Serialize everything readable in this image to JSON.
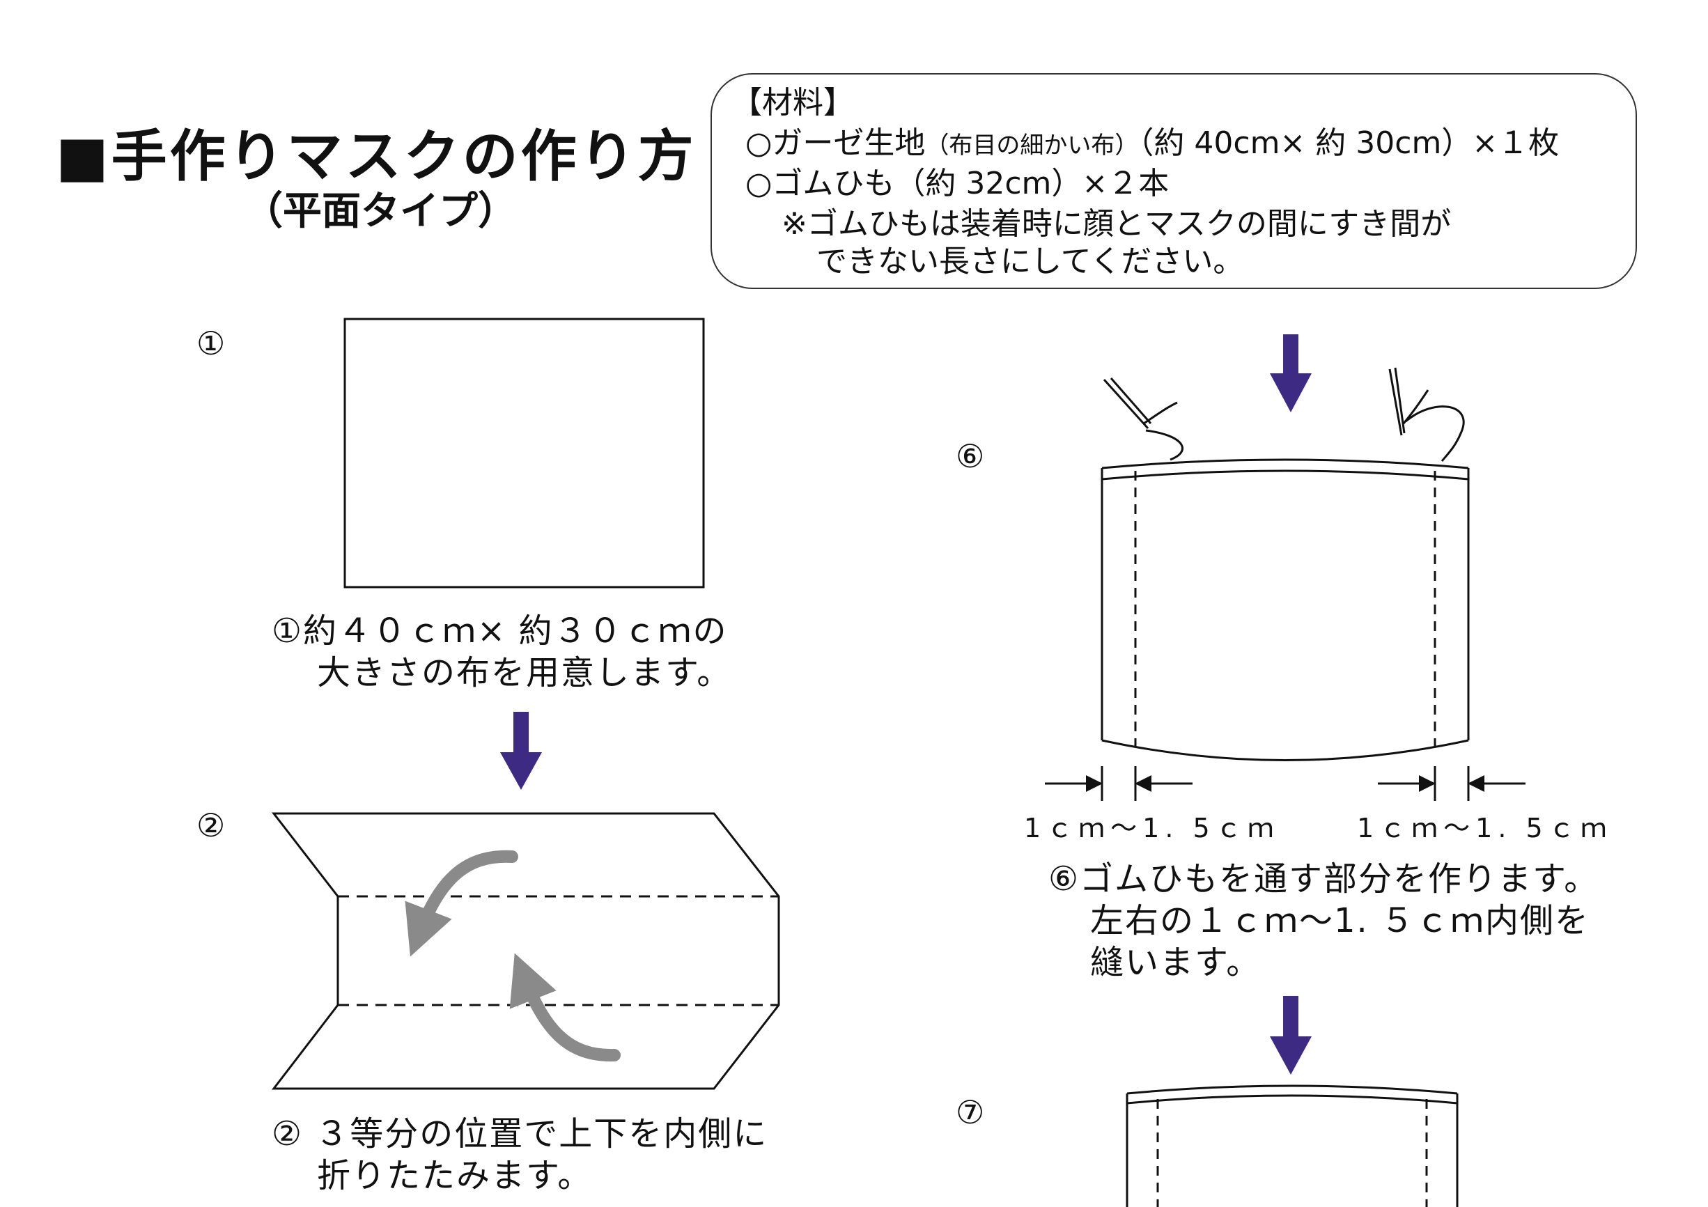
{
  "title": "■手作りマスクの作り方",
  "subtitle": "（平面タイプ）",
  "materials": {
    "heading": "【材料】",
    "line1_main": "○ガーゼ生地",
    "line1_note": "（布目の細かい布）",
    "line1_rest": "（約 40cm× 約 30cm）×１枚",
    "line2": "○ゴムひも（約 32cm）×２本",
    "line3": "※ゴムひもは装着時に顔とマスクの間にすき間が",
    "line4": "できない長さにしてください。"
  },
  "steps": {
    "s1": {
      "number": "①",
      "caption_line1": "①約４０ｃｍ× 約３０ｃｍの",
      "caption_line2": "大きさの布を用意します。"
    },
    "s2": {
      "number": "②",
      "caption_line1": "② ３等分の位置で上下を内側に",
      "caption_line2": "折りたたみます。"
    },
    "s6": {
      "number": "⑥",
      "dim_left": "1ｃｍ～1. 5ｃｍ",
      "dim_right": "1ｃｍ～1. 5ｃｍ",
      "caption_line1": "⑥ゴムひもを通す部分を作ります。",
      "caption_line2": "左右の１ｃｍ～1. ５ｃｍ内側を",
      "caption_line3": "縫います。"
    },
    "s7": {
      "number": "⑦"
    }
  },
  "colors": {
    "arrow": "#3d2a82",
    "fold_arrow": "#8a8a8a",
    "line": "#111111"
  },
  "icons": [
    "down-arrow-icon",
    "curved-fold-arrow-icon",
    "sewing-needle-icon"
  ]
}
